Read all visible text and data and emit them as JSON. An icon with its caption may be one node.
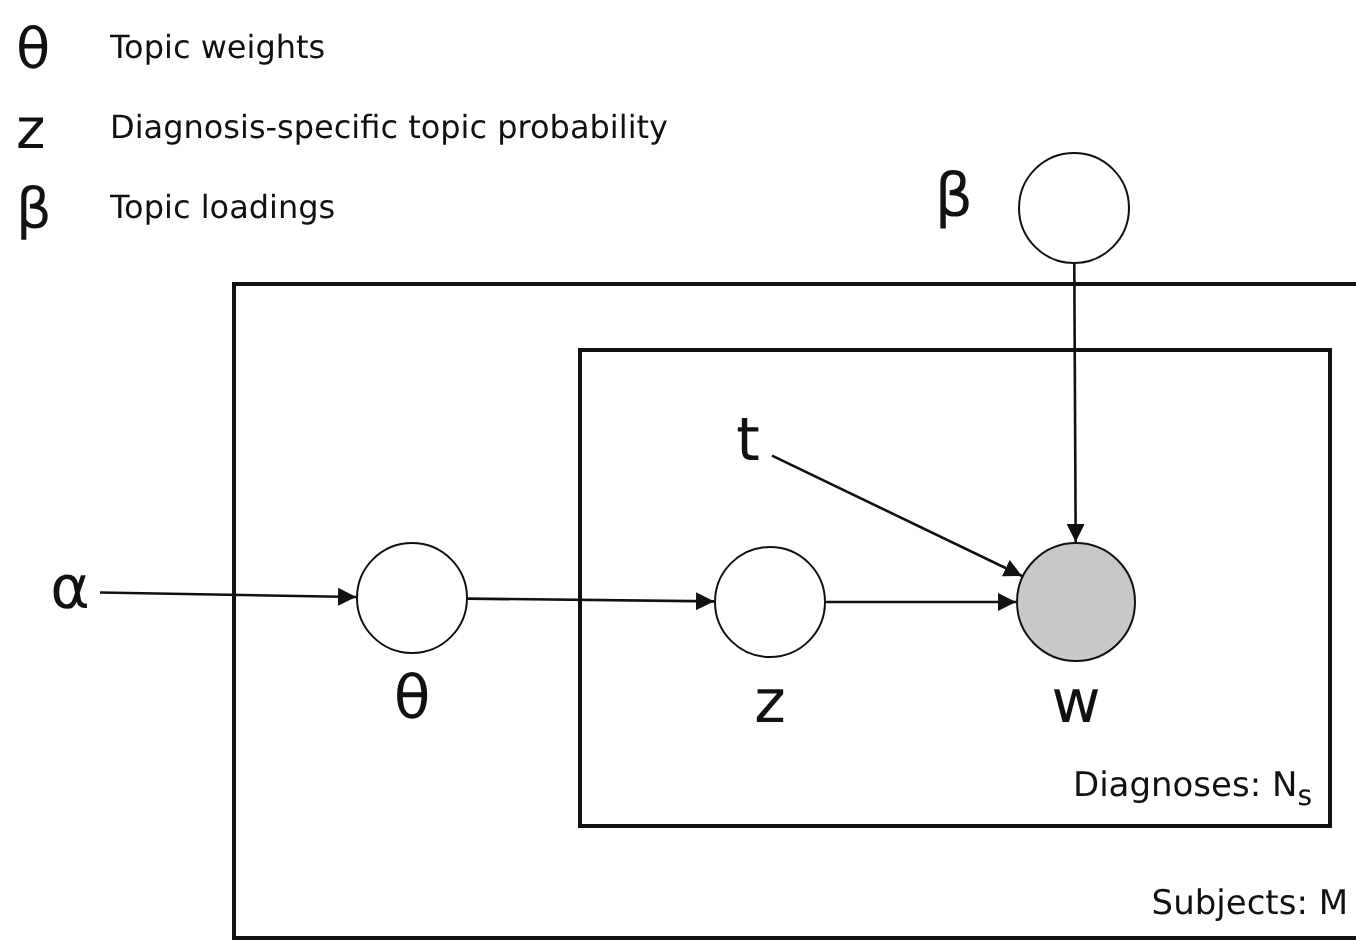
{
  "diagram": {
    "nodes": [
      {
        "text": [
          "Subjects: M"
        ]
      },
      {
        "text": [
          "Diagnoses: N$_{s}$"
        ],
        "in": 0
      },
      {
        "text": [
          "α"
        ]
      },
      {
        "text": [],
        "shape": "circle",
        "beside": [
          "θ"
        ],
        "in": 0
      },
      {
        "text": [],
        "shape": "circle",
        "beside": [
          "z"
        ],
        "in": 1
      },
      {
        "text": [],
        "shape": "circle",
        "beside": [
          "w"
        ],
        "in": 1
      },
      {
        "text": [
          "t"
        ],
        "in": 1
      },
      {
        "text": [],
        "shape": "circle",
        "beside": [
          "β"
        ]
      }
    ],
    "edges": [
      {
        "from": 2,
        "to": 3,
        "arrow": "to"
      },
      {
        "from": 3,
        "to": 4,
        "arrow": "to"
      },
      {
        "from": 4,
        "to": 5,
        "arrow": "to"
      },
      {
        "from": 6,
        "to": 5,
        "arrow": "to"
      },
      {
        "from": 7,
        "to": 5,
        "arrow": "to"
      }
    ],
    "labels": [
      "θ",
      "Topic weights",
      "z",
      "Diagnosis-specific topic probability",
      "β",
      "Topic loadings"
    ]
  }
}
